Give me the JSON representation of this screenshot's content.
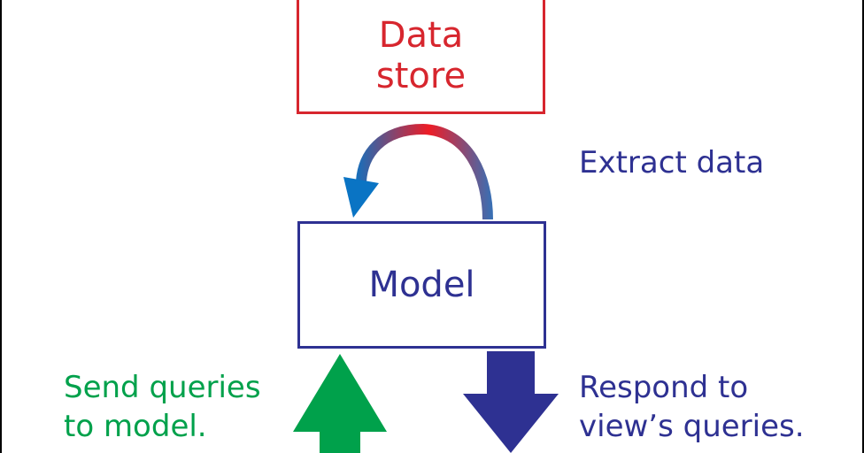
{
  "diagram": {
    "nodes": {
      "data_store": {
        "line1": "Data",
        "line2": "store"
      },
      "model": {
        "label": "Model"
      }
    },
    "edges": {
      "extract": {
        "label": "Extract data"
      },
      "send_queries": {
        "line1": "Send queries",
        "line2": "to model."
      },
      "respond": {
        "line1": "Respond to",
        "line2": "view’s queries."
      }
    }
  },
  "colors": {
    "data_store": "#d7262e",
    "model": "#2e3192",
    "send_arrow": "#00a14b",
    "respond_arrow": "#2e3192",
    "extract_arrow_gradient": [
      "#0a74c4",
      "#ee1c25",
      "#0a74c4"
    ]
  }
}
